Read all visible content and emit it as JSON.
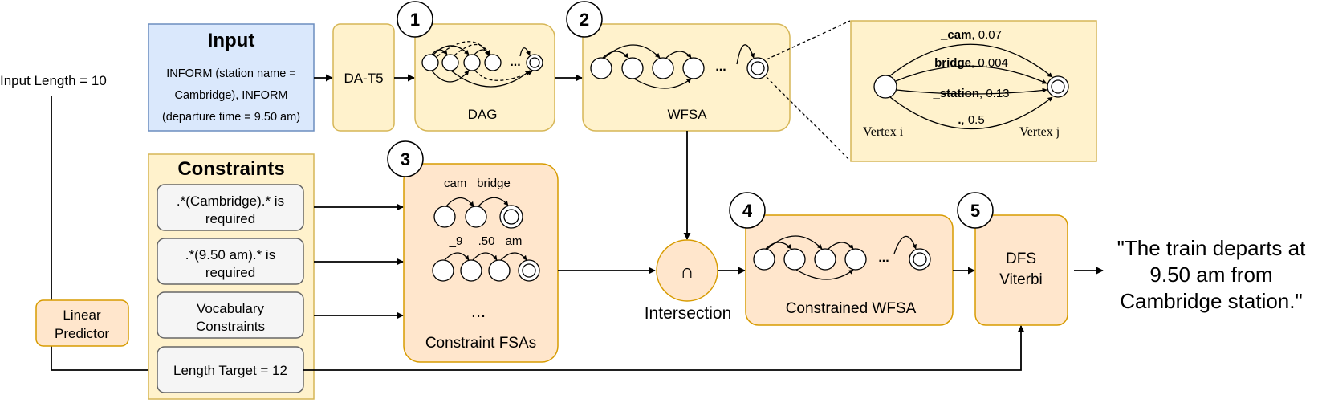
{
  "input": {
    "title": "Input",
    "lines": [
      "INFORM (station name =",
      "Cambridge), INFORM",
      "(departure time = 9.50 am)"
    ]
  },
  "input_length": "Input Length = 10",
  "da_t5": "DA-T5",
  "dag": {
    "badge": "1",
    "label": "DAG",
    "ellipsis": "..."
  },
  "wfsa": {
    "badge": "2",
    "label": "WFSA",
    "ellipsis": "..."
  },
  "zoom": {
    "edges": [
      {
        "token": "_cam",
        "weight": ", 0.07"
      },
      {
        "token": "bridge",
        "weight": ", 0.004"
      },
      {
        "token": "_station",
        "weight": ", 0.13"
      },
      {
        "token": ".",
        "weight": ", 0.5"
      }
    ],
    "vertex_i": "Vertex i",
    "vertex_j": "Vertex j"
  },
  "constraints": {
    "title": "Constraints",
    "items": [
      {
        "lines": [
          ".*(Cambridge).* is",
          "required"
        ]
      },
      {
        "lines": [
          ".*(9.50 am).* is",
          "required"
        ]
      },
      {
        "lines": [
          "Vocabulary",
          "Constraints"
        ]
      },
      {
        "lines": [
          "Length Target = 12"
        ]
      }
    ]
  },
  "linear_predictor": [
    "Linear",
    "Predictor"
  ],
  "constraint_fsas": {
    "badge": "3",
    "label": "Constraint FSAs",
    "fsa1_tokens": [
      "_cam",
      "bridge"
    ],
    "fsa2_tokens": [
      "_9",
      ".50",
      "am"
    ],
    "ellipsis": "..."
  },
  "intersection": {
    "symbol": "∩",
    "label": "Intersection"
  },
  "constrained_wfsa": {
    "badge": "4",
    "label": "Constrained WFSA",
    "ellipsis": "..."
  },
  "dfs_viterbi": {
    "badge": "5",
    "lines": [
      "DFS",
      "Viterbi"
    ]
  },
  "output": {
    "lines": [
      "\"The train departs at",
      "9.50 am from",
      "Cambridge station.\""
    ]
  }
}
